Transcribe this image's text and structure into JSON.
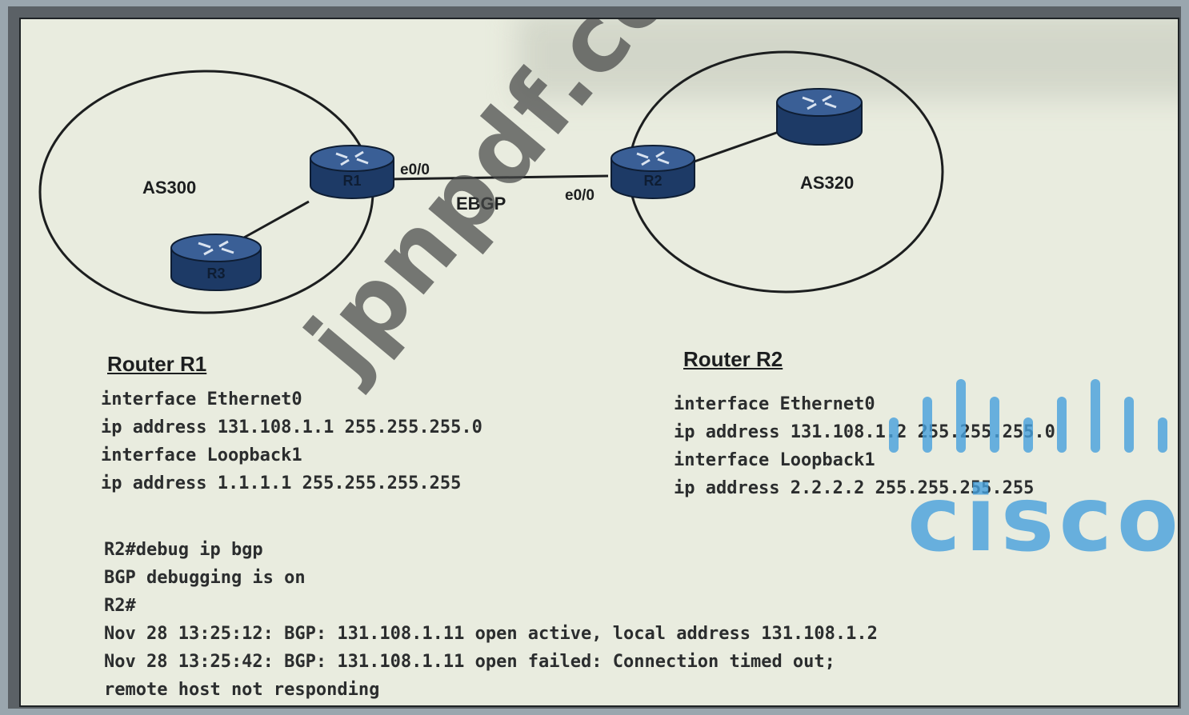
{
  "diagram": {
    "as_left": "AS300",
    "as_right": "AS320",
    "link_label": "EBGP",
    "r1_iface": "e0/0",
    "r2_iface": "e0/0",
    "router_r1": "R1",
    "router_r2": "R2",
    "router_r3": "R3"
  },
  "r1_config": {
    "heading": "Router R1",
    "lines": [
      "interface Ethernet0",
      "ip address 131.108.1.1 255.255.255.0",
      "interface Loopback1",
      "ip address 1.1.1.1 255.255.255.255"
    ]
  },
  "r2_config": {
    "heading": "Router R2",
    "lines": [
      "interface Ethernet0",
      "ip address 131.108.1.2 255.255.255.0",
      "interface Loopback1",
      "ip address 2.2.2.2 255.255.255.255"
    ]
  },
  "debug": {
    "lines": [
      "R2#debug ip bgp",
      "BGP debugging is on",
      "R2#",
      "Nov 28 13:25:12: BGP: 131.108.1.11 open active, local address 131.108.1.2",
      "Nov 28 13:25:42: BGP: 131.108.1.11 open failed: Connection timed out;",
      "remote host not responding"
    ]
  },
  "watermark": "jpnpdf.com",
  "logo": "cisco",
  "colors": {
    "router": "#1d3a66",
    "watermark": "#464848",
    "logo": "#46a0dc"
  }
}
